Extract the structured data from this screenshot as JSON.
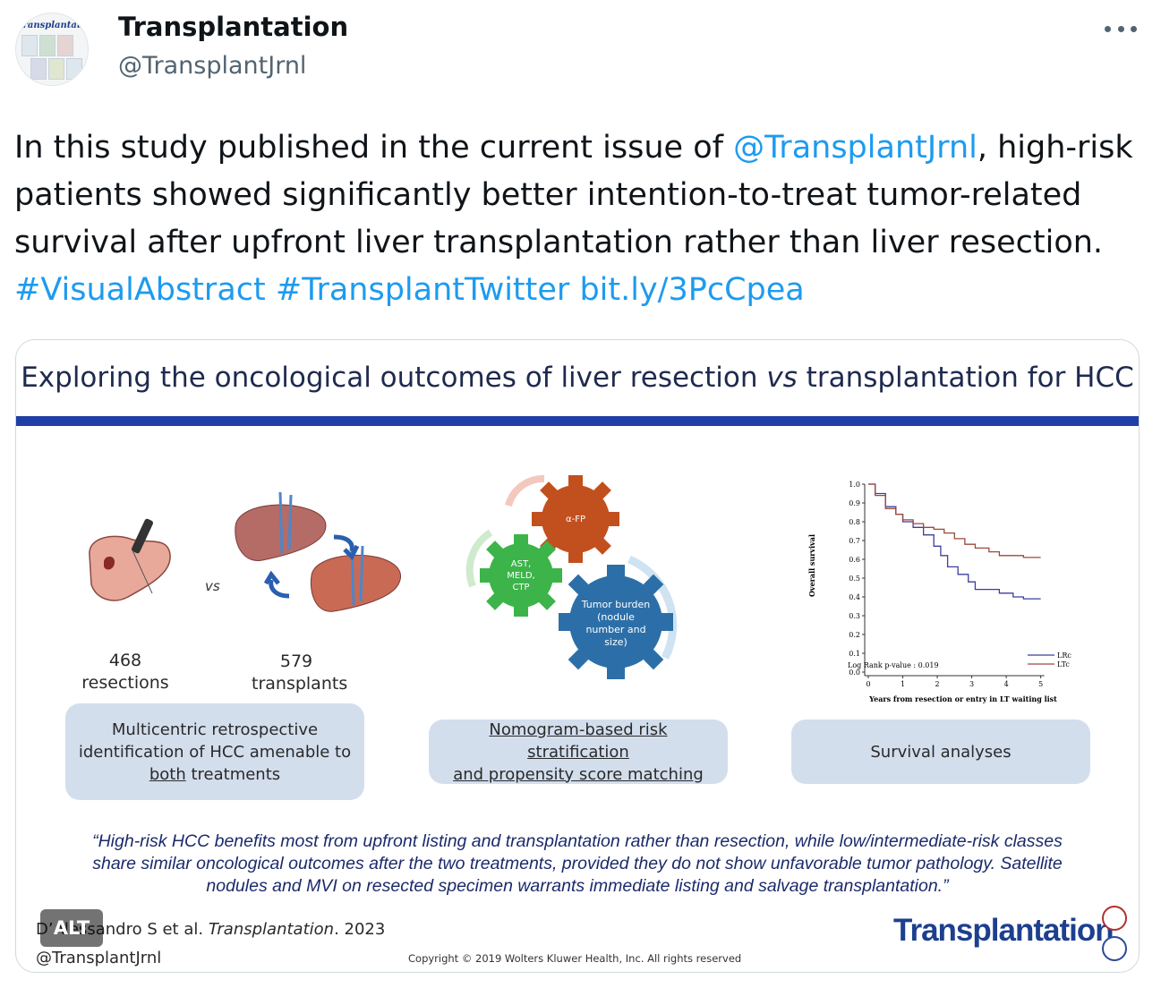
{
  "author": {
    "name": "Transplantation",
    "handle": "@TransplantJrnl",
    "avatar_caption": "transplantation"
  },
  "tweet": {
    "text_1": "In this study published in the current issue of ",
    "mention": "@TransplantJrnl",
    "text_2": ", high-risk patients showed significantly better intention-to-treat tumor-related survival after upfront liver transplantation rather than liver resection.",
    "hashtag_1": "#VisualAbstract",
    "hashtag_2": "#TransplantTwitter",
    "link": "bit.ly/3PcCpea"
  },
  "more_icon": "more-horizontal-icon",
  "abstract": {
    "title_1": "Exploring the oncological outcomes of liver resection ",
    "title_vs": "vs",
    "title_2": " transplantation for HCC",
    "vs_label": "vs",
    "resections_count": "468",
    "resections_label": "resections",
    "transplants_count": "579",
    "transplants_label": "transplants",
    "gear_afp": "α-FP",
    "gear_lab_1": "AST,",
    "gear_lab_2": "MELD,",
    "gear_lab_3": "CTP",
    "gear_tumor_1": "Tumor burden",
    "gear_tumor_2": "(nodule",
    "gear_tumor_3": "number and",
    "gear_tumor_4": "size)",
    "box1_line1": "Multicentric retrospective",
    "box1_line2": "identification of HCC amenable to",
    "box1_both": "both",
    "box1_line3": " treatments",
    "box2_line1": "Nomogram-based  risk stratification",
    "box2_line2": "and propensity  score matching",
    "box3": "Survival analyses",
    "quote_1": "“High-risk HCC benefits most from upfront listing and transplantation rather than resection, while low/intermediate-risk classes",
    "quote_2": "share similar oncological outcomes after the two treatments, provided they do not show unfavorable tumor pathology. Satellite",
    "quote_3": "nodules and MVI on resected specimen warrants immediate listing and salvage transplantation.”",
    "citation_1": "D’Alessandro S et al. ",
    "citation_journal": "Transplantation",
    "citation_2": ". 2023",
    "card_handle": "@TransplantJrnl",
    "copyright": "Copyright © 2019  Wolters Kluwer Health, Inc. All rights reserved",
    "brand": "Transplantation"
  },
  "alt_badge": "ALT",
  "colors": {
    "accent_link": "#1d9bf0",
    "rule": "#1f3fa6",
    "pill_bg": "#d3deed",
    "gear_orange": "#c2501e",
    "gear_green": "#3cb44a",
    "gear_blue": "#2c6fa8",
    "curve_lrc": "#3c3f9c",
    "curve_ltc": "#9a4a3a"
  },
  "chart_data": {
    "type": "line",
    "title": "",
    "xlabel": "Years from resection or entry in LT waiting list",
    "ylabel": "Overall survival",
    "xlim": [
      0,
      5
    ],
    "ylim": [
      0,
      1.0
    ],
    "x_ticks": [
      "0",
      "1",
      "2",
      "3",
      "4",
      "5"
    ],
    "y_ticks": [
      "0.0",
      "0.1",
      "0.2",
      "0.3",
      "0.4",
      "0.5",
      "0.6",
      "0.7",
      "0.8",
      "0.9",
      "1.0"
    ],
    "annotation": "Log Rank p-value : 0.019",
    "series": [
      {
        "name": "LRc",
        "color": "#3c3f9c",
        "x": [
          0,
          0.2,
          0.5,
          0.8,
          1.0,
          1.3,
          1.6,
          1.9,
          2.1,
          2.3,
          2.6,
          2.9,
          3.1,
          3.4,
          3.8,
          4.2,
          4.5,
          5.0
        ],
        "y": [
          1.0,
          0.95,
          0.88,
          0.84,
          0.8,
          0.77,
          0.73,
          0.67,
          0.62,
          0.56,
          0.52,
          0.48,
          0.44,
          0.44,
          0.42,
          0.4,
          0.39,
          0.39
        ]
      },
      {
        "name": "LTc",
        "color": "#9a4a3a",
        "x": [
          0,
          0.2,
          0.5,
          0.8,
          1.0,
          1.3,
          1.6,
          1.9,
          2.2,
          2.5,
          2.8,
          3.1,
          3.5,
          3.8,
          4.2,
          4.5,
          5.0
        ],
        "y": [
          1.0,
          0.94,
          0.87,
          0.84,
          0.81,
          0.79,
          0.77,
          0.76,
          0.74,
          0.71,
          0.68,
          0.66,
          0.64,
          0.62,
          0.62,
          0.61,
          0.61
        ]
      }
    ]
  }
}
